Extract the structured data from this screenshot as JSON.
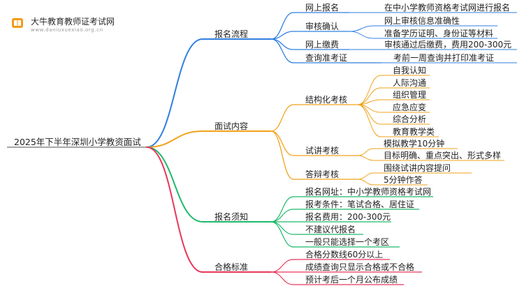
{
  "logo": {
    "title": "大牛教育教师证考试网",
    "url": "www.daniuxuexiao.org.cn"
  },
  "root": "2025年下半年深圳小学教资面试",
  "colors": {
    "branch1": "#2f7fe0",
    "branch2": "#f2a21b",
    "branch3": "#1cb96b",
    "branch4": "#e8375a"
  },
  "branches": [
    {
      "label": "报名流程",
      "children": [
        {
          "label": "网上报名",
          "children": [
            {
              "label": "在中小学教师资格考试网进行报名"
            }
          ]
        },
        {
          "label": "审核确认",
          "children": [
            {
              "label": "网上审核信息准确性"
            },
            {
              "label": "准备学历证明、身份证等材料"
            }
          ]
        },
        {
          "label": "网上缴费",
          "children": [
            {
              "label": "审核通过后缴费，费用200-300元"
            }
          ]
        },
        {
          "label": "查询准考证",
          "children": [
            {
              "label": "考前一周查询并打印准考证"
            }
          ]
        }
      ]
    },
    {
      "label": "面试内容",
      "children": [
        {
          "label": "结构化考核",
          "children": [
            {
              "label": "自我认知"
            },
            {
              "label": "人际沟通"
            },
            {
              "label": "组织管理"
            },
            {
              "label": "应急应变"
            },
            {
              "label": "综合分析"
            },
            {
              "label": "教育教学类"
            }
          ]
        },
        {
          "label": "试讲考核",
          "children": [
            {
              "label": "模拟教学10分钟"
            },
            {
              "label": "目标明确、重点突出、形式多样"
            }
          ]
        },
        {
          "label": "答辩考核",
          "children": [
            {
              "label": "围绕试讲内容提问"
            },
            {
              "label": "5分钟作答"
            }
          ]
        }
      ]
    },
    {
      "label": "报名须知",
      "children": [
        {
          "label": "报名网址：中小学教师资格考试网"
        },
        {
          "label": "报考条件：笔试合格、居住证"
        },
        {
          "label": "报名费用：200-300元"
        },
        {
          "label": "不建议代报名"
        },
        {
          "label": "一般只能选择一个考区"
        }
      ]
    },
    {
      "label": "合格标准",
      "children": [
        {
          "label": "合格分数线60分以上"
        },
        {
          "label": "成绩查询只显示合格或不合格"
        },
        {
          "label": "预计考后一个月公布成绩"
        }
      ]
    }
  ]
}
